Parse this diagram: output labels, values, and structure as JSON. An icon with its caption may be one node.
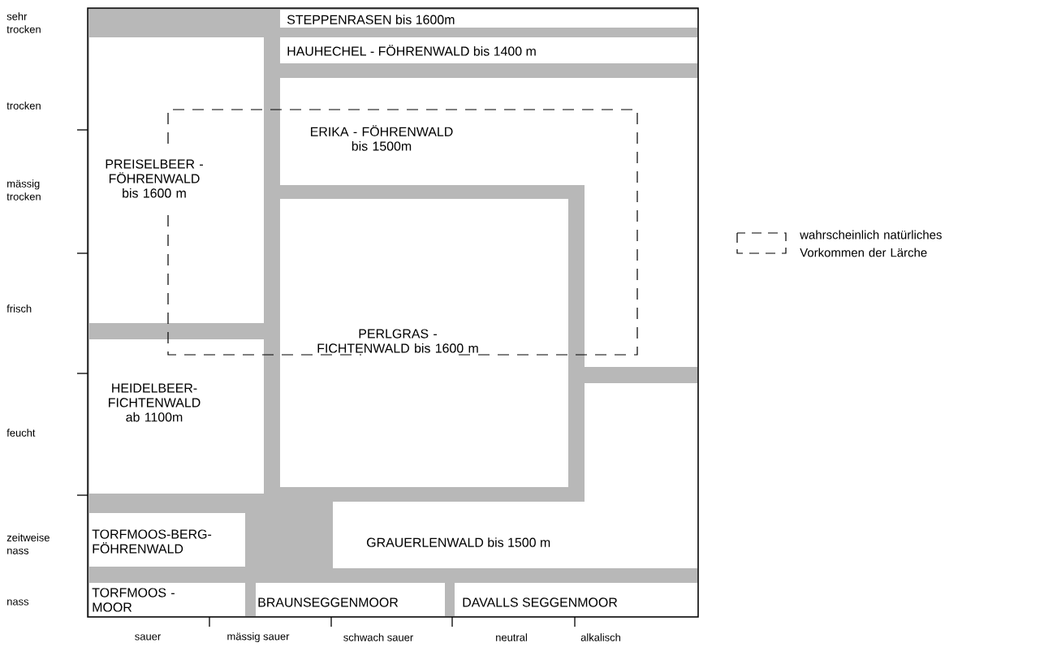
{
  "diagram": {
    "nodes": [
      {
        "text": [
          "STEPPENRASEN bis 1600m"
        ]
      },
      {
        "text": [
          "HAUHECHEL - FÖHRENWALD bis 1400 m"
        ]
      },
      {
        "text": [
          "PREISELBEER - FÖHRENWALD bis 1600 m"
        ]
      },
      {
        "text": [
          "ERIKA - FÖHRENWALD bis 1500m"
        ]
      },
      {
        "text": [
          "PERLGRAS - FICHTENWALD bis 1600 m"
        ]
      },
      {
        "text": [
          "HEIDELBEER- FICHTENWALD ab 1100m"
        ]
      },
      {
        "text": [
          "TORFMOOS-BERG- FÖHRENWALD"
        ]
      },
      {
        "text": [
          "GRAUERLENWALD bis 1500 m"
        ]
      },
      {
        "text": [
          "TORFMOOS - MOOR"
        ]
      },
      {
        "text": [
          "BRAUNSEGGENMOOR"
        ]
      },
      {
        "text": [
          "DAVALLS SEGGENMOOR"
        ]
      }
    ],
    "labels": [
      "sehr trocken",
      "trocken",
      "mässig trocken",
      "frisch",
      "feucht",
      "zeitweise nass",
      "nass",
      "sauer",
      "mässig sauer",
      "schwach sauer",
      "neutral",
      "alkalisch"
    ],
    "legend": [
      {
        "text": "wahrscheinlich natürliches Vorkommen der Lärche"
      }
    ]
  }
}
